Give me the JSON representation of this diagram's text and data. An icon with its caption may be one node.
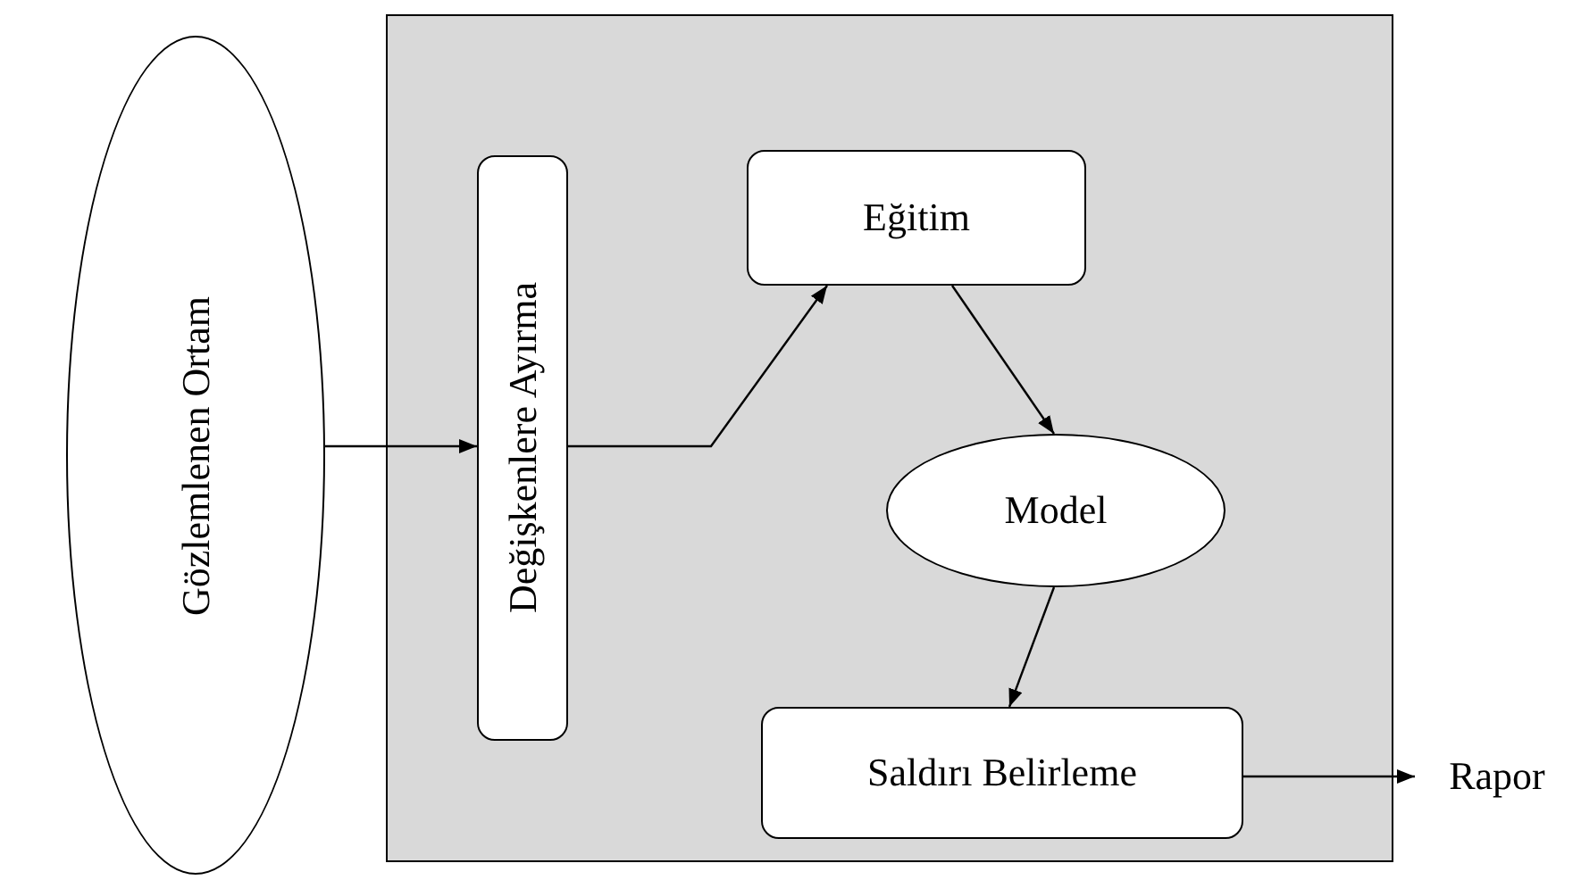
{
  "diagram": {
    "nodes": [
      {
        "text": [
          "Gözlemlenen Ortam"
        ]
      },
      {
        "text": [],
        "shape": "box"
      },
      {
        "text": [
          "Değişkenlere Ayırma"
        ],
        "in": 1
      },
      {
        "text": [
          "Eğitim"
        ],
        "in": 1
      },
      {
        "text": [
          "Model"
        ],
        "in": 1
      },
      {
        "text": [
          "Saldırı Belirleme"
        ],
        "in": 1
      },
      {
        "text": [
          "Rapor"
        ]
      }
    ],
    "edges": [
      {
        "from": 0,
        "to": 2,
        "arrow": "to"
      },
      {
        "from": 2,
        "to": 3,
        "arrow": "to"
      },
      {
        "from": 3,
        "to": 4,
        "arrow": "to"
      },
      {
        "from": 4,
        "to": 5,
        "arrow": "to"
      },
      {
        "from": 5,
        "to": 6,
        "arrow": "to"
      }
    ]
  }
}
